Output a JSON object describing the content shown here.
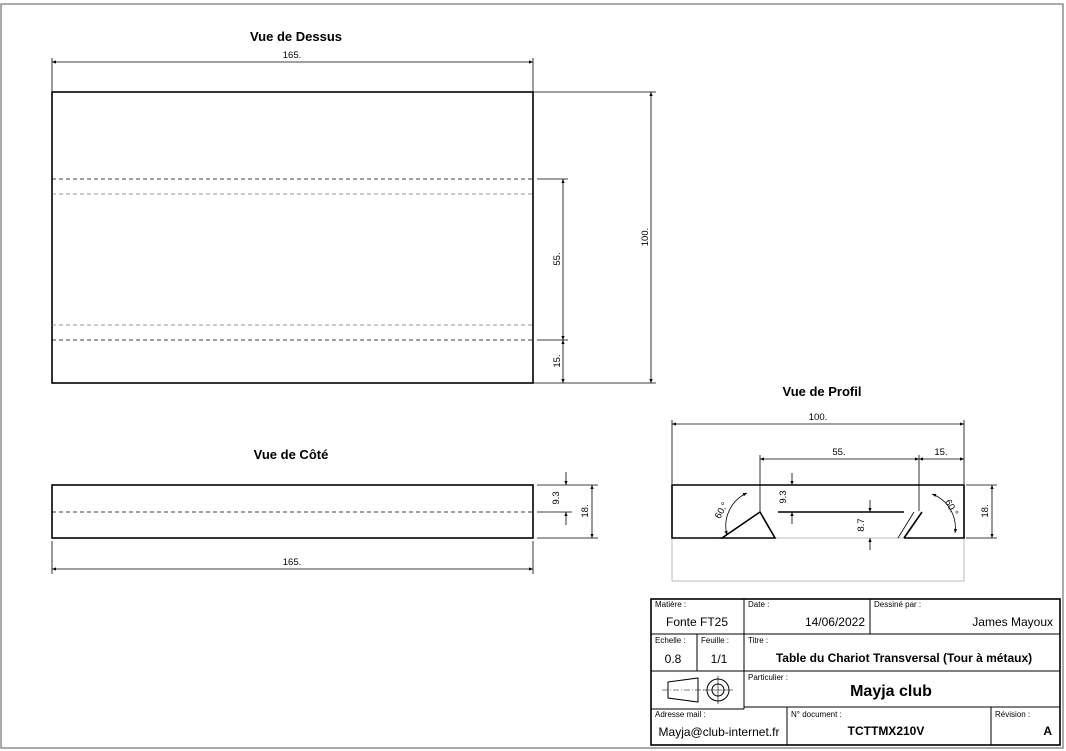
{
  "views": {
    "top": {
      "title": "Vue de Dessus",
      "dims": {
        "length": "165.",
        "width": "100.",
        "slot": "55.",
        "offset": "15."
      }
    },
    "side": {
      "title": "Vue de Côté",
      "dims": {
        "depth": "9.3",
        "height": "18.",
        "length": "165."
      }
    },
    "profile": {
      "title": "Vue de Profil",
      "dims": {
        "width": "100.",
        "slot": "55.",
        "offset": "15.",
        "height": "18.",
        "depth": "9.3",
        "rail": "8.7",
        "angle_left": "60.°",
        "angle_right": "60.°"
      }
    }
  },
  "title_block": {
    "matiere": {
      "label": "Matière :",
      "value": "Fonte FT25"
    },
    "date": {
      "label": "Date :",
      "value": "14/06/2022"
    },
    "dessine": {
      "label": "Dessiné par :",
      "value": "James Mayoux"
    },
    "echelle": {
      "label": "Echelle :",
      "value": "0.8"
    },
    "feuille": {
      "label": "Feuille :",
      "value": "1/1"
    },
    "titre": {
      "label": "Titre :",
      "value": "Table du Chariot Transversal (Tour à métaux)"
    },
    "particulier": {
      "label": "Particulier :",
      "value": "Mayja club"
    },
    "adresse": {
      "label": "Adresse mail :",
      "value": "Mayja@club-internet.fr"
    },
    "document": {
      "label": "N° document :",
      "value": "TCTTMX210V"
    },
    "revision": {
      "label": "Révision :",
      "value": "A"
    },
    "projection_icon": "first-angle-projection-icon"
  }
}
